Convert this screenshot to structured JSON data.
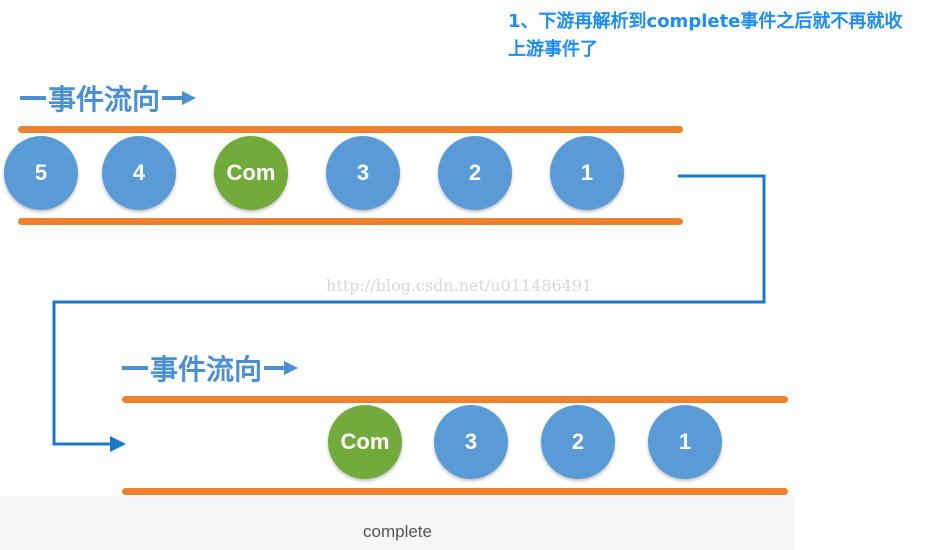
{
  "annotation": {
    "line1": "1、下游再解析到complete事件之后就不再就收",
    "line2": "上游事件了"
  },
  "colors": {
    "rail": "#f07f2e",
    "event_ball": "#5b9bd5",
    "complete_ball": "#72ab3c",
    "connector": "#1a78c8",
    "label": "#4a8fd0",
    "annotation": "#1e8cf0"
  },
  "upstream": {
    "label": "事件流向",
    "events": [
      "5",
      "4",
      "Com",
      "3",
      "2",
      "1"
    ]
  },
  "downstream": {
    "label": "事件流向",
    "events": [
      "Com",
      "3",
      "2",
      "1"
    ]
  },
  "watermark": "http://blog.csdn.net/u011486491",
  "caption": "complete"
}
